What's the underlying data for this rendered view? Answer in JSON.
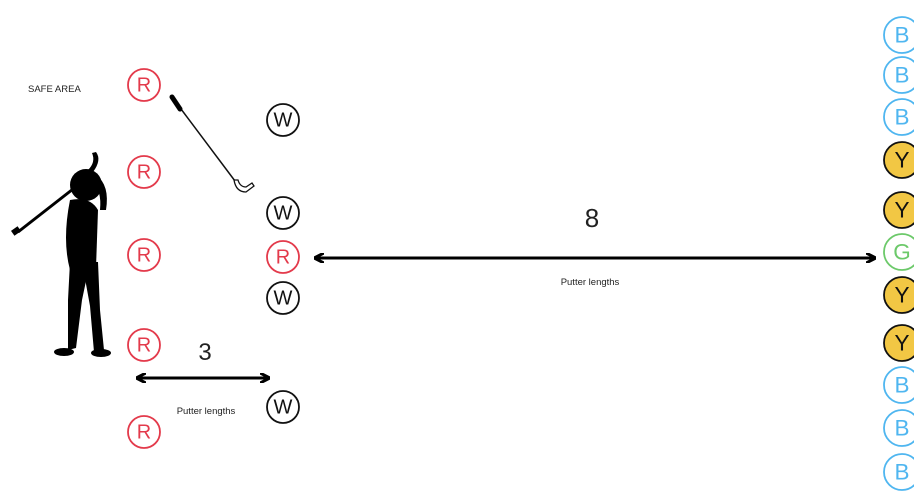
{
  "safe_area_label": "SAFE AREA",
  "distances": {
    "near": {
      "value": "3",
      "unit": "Putter lengths"
    },
    "far": {
      "value": "8",
      "unit": "Putter lengths"
    }
  },
  "colors": {
    "red": "#e33a4b",
    "white_stroke": "#111111",
    "blue": "#4fb6f0",
    "yellow_fill": "#f2c744",
    "green": "#6cc96a"
  },
  "markers": {
    "safe_area_column": [
      "R",
      "R",
      "R",
      "R",
      "R"
    ],
    "near_column": [
      "W",
      "W",
      "R",
      "W",
      "W"
    ],
    "far_column": [
      "B",
      "B",
      "B",
      "Y",
      "Y",
      "G",
      "Y",
      "Y",
      "B",
      "B",
      "B"
    ]
  },
  "icons": [
    "golfer-silhouette-icon",
    "golf-club-icon",
    "double-arrow-icon"
  ]
}
